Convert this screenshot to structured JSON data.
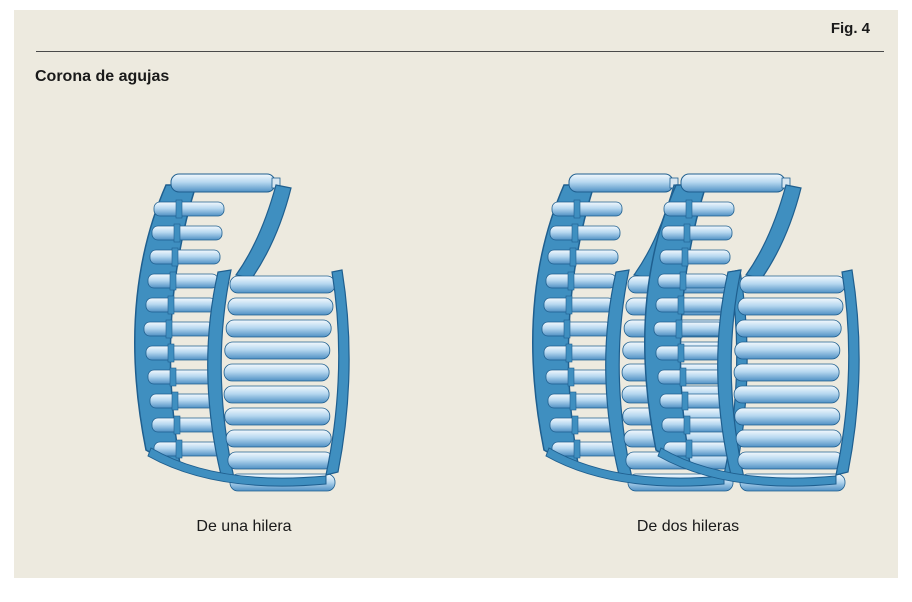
{
  "figure": {
    "number_label": "Fig. 4",
    "title": "Corona de agujas",
    "captions": [
      "De una hilera",
      "De dos hileras"
    ],
    "colors": {
      "background": "#edeadf",
      "cage": "#3f8fc0",
      "cage_dark": "#1f5f8f",
      "needle_light": "#e6f2fb",
      "needle_mid": "#9cc9ea",
      "needle_dark": "#4f90c4"
    }
  }
}
